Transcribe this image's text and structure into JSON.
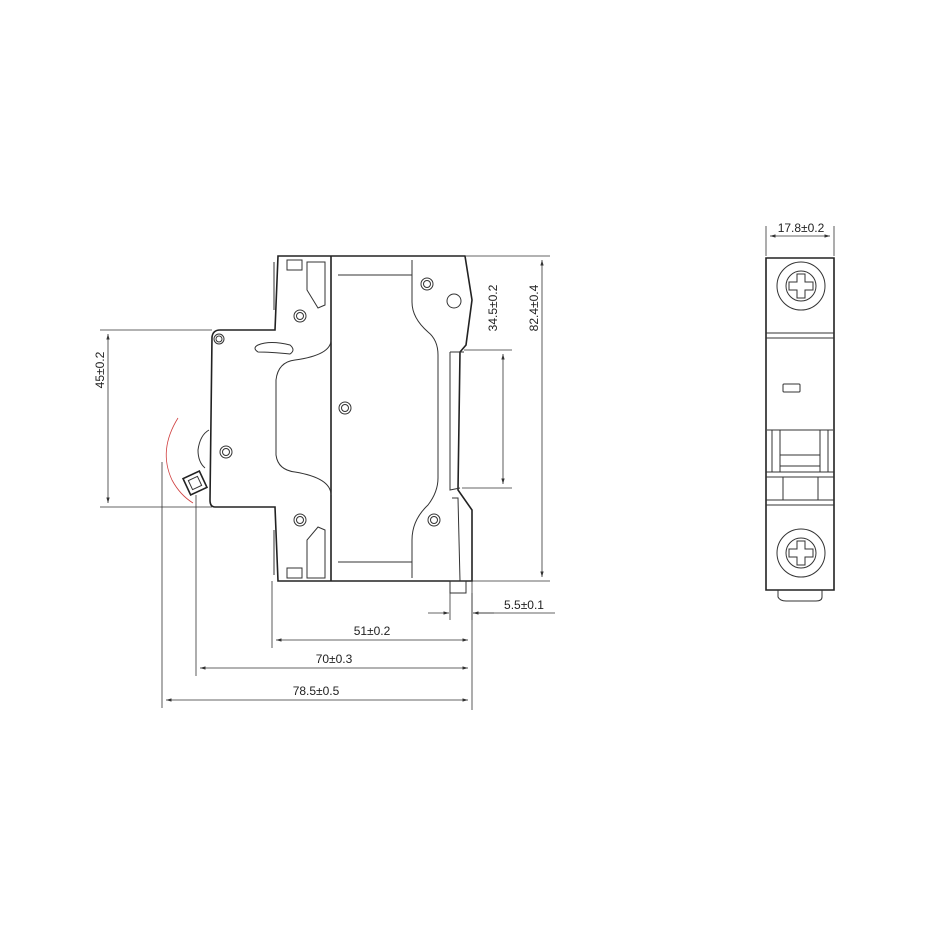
{
  "drawing": {
    "side_view": {
      "dimensions": {
        "height_front": "45±0.2",
        "din_rail": "34.5±0.2",
        "total_height": "82.4±0.4",
        "clip": "5.5±0.1",
        "depth_body": "51±0.2",
        "depth_toggle": "70±0.3",
        "depth_total": "78.5±0.5"
      }
    },
    "front_view": {
      "dimensions": {
        "width": "17.8±0.2"
      }
    },
    "colors": {
      "line": "#222222",
      "swing_arc": "#d04040"
    }
  }
}
